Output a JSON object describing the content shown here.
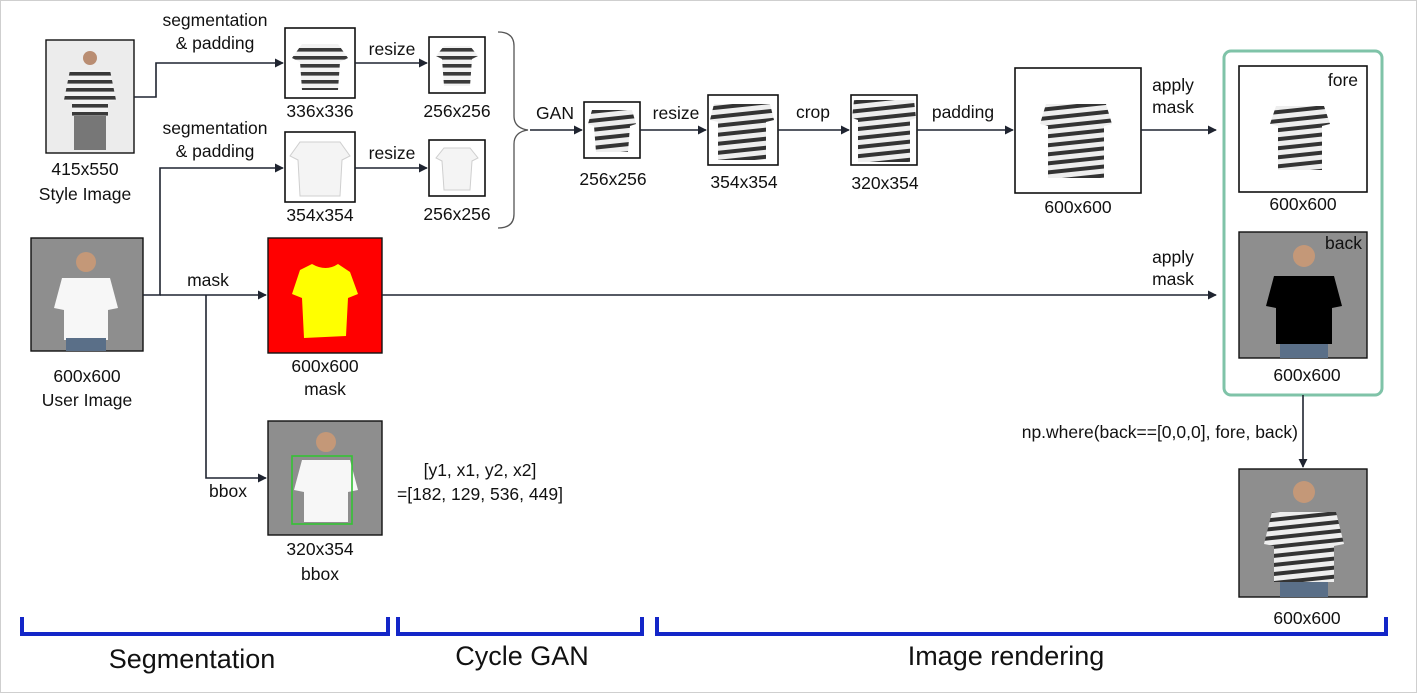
{
  "colors": {
    "arrow": "#1f2430",
    "group_border": "#7fc3a8",
    "bracket": "#1326c8",
    "mask_bg": "#ff0000",
    "mask_shirt": "#ffff00",
    "bbox": "#35c235"
  },
  "style_image": {
    "size": "415x550",
    "name": "Style Image"
  },
  "user_image": {
    "size": "600x600",
    "name": "User Image"
  },
  "edges": {
    "seg_pad_1a": "segmentation",
    "seg_pad_1b": "& padding",
    "seg_pad_2a": "segmentation",
    "seg_pad_2b": "& padding",
    "resize_1": "resize",
    "resize_2": "resize",
    "gan": "GAN",
    "resize_3": "resize",
    "crop": "crop",
    "padding": "padding",
    "apply_mask_1a": "apply",
    "apply_mask_1b": "mask",
    "apply_mask_2a": "apply",
    "apply_mask_2b": "mask",
    "mask": "mask",
    "bbox": "bbox"
  },
  "nodes": {
    "seg_style": "336x336",
    "seg_user": "354x354",
    "resized_style": "256x256",
    "resized_user": "256x256",
    "gan_out": "256x256",
    "resized_gan": "354x354",
    "cropped": "320x354",
    "padded": "600x600",
    "mask_size": "600x600",
    "mask_name": "mask",
    "bbox_size": "320x354",
    "bbox_name": "bbox",
    "fore_size": "600x600",
    "back_size": "600x600",
    "final_size": "600x600"
  },
  "tags": {
    "fore": "fore",
    "back": "back"
  },
  "bbox_coords": {
    "line1": "[y1, x1, y2, x2]",
    "line2": "=[182, 129, 536, 449]"
  },
  "np_where": "np.where(back==[0,0,0], fore, back)",
  "sections": {
    "segmentation": "Segmentation",
    "cycle_gan": "Cycle GAN",
    "image_rendering": "Image rendering"
  }
}
